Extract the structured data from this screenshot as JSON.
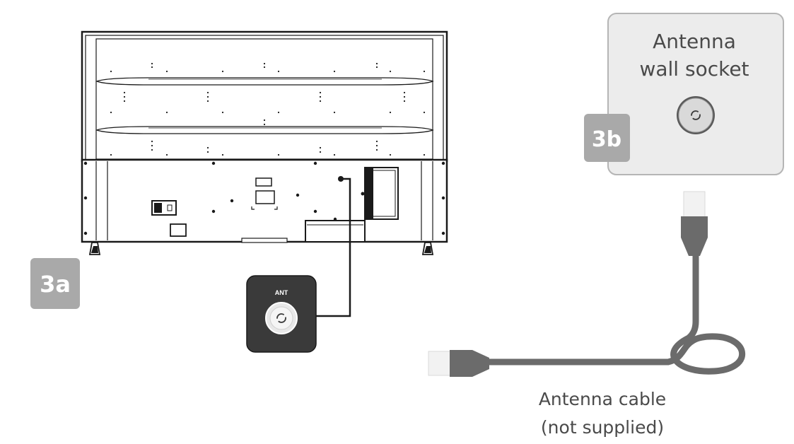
{
  "steps": {
    "step_a": "3a",
    "step_b": "3b"
  },
  "wall_socket": {
    "line1": "Antenna",
    "line2": "wall socket"
  },
  "tv_port": {
    "label": "ANT"
  },
  "cable": {
    "line1": "Antenna cable",
    "line2": "(not supplied)"
  },
  "colors": {
    "badge": "#a9a9a9",
    "badge_text": "#ffffff",
    "socket_panel_fill": "#ececec",
    "socket_panel_border": "#b5b5b5",
    "cable": "#6b6b6b",
    "connector_tip": "#f2f2f2",
    "port_box": "#3a3a3a",
    "outline": "#1a1a1a",
    "text": "#4a4a4a"
  }
}
